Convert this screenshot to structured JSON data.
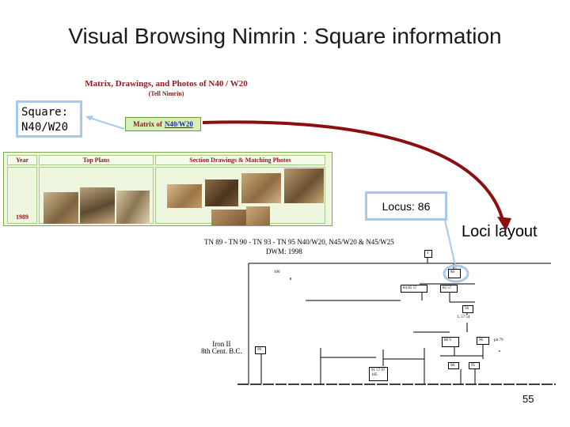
{
  "slide": {
    "title": "Visual Browsing Nimrin : Square information",
    "page_number": "55"
  },
  "webpage": {
    "heading": "Matrix, Drawings, and Photos of N40 / W20",
    "subheading": "(Tell Nimrin)",
    "matrix_link_prefix": "Matrix of",
    "matrix_link_text": "N40/W20",
    "table_headers": [
      "Year",
      "Top Plans",
      "Section Drawings & Matching Photos"
    ],
    "year_value": "1989"
  },
  "callouts": {
    "square_line1": "Square:",
    "square_line2": "N40/W20",
    "locus": "Locus: 86",
    "loci_layout": "Loci layout"
  },
  "diagram": {
    "title": "TN 89 - TN 90 - TN 93 - TN 95 N40/W20, N45/W20 & N45/W25",
    "subtitle": "DWM: 1998",
    "iron_line1": "Iron II",
    "iron_line2": "8th Cent. B.C.",
    "nodes": [
      "1",
      "100",
      "86",
      "84 85 57",
      "82 57",
      "56",
      "L 57 54",
      "88 9",
      "96",
      "pit 79",
      "99",
      "91 57 97 105",
      "98",
      "95"
    ]
  },
  "colors": {
    "arrow_red": "#8b0f0f",
    "callout_border": "#a9c9ea",
    "web_heading": "#8b1a1a",
    "web_panel_bg": "#eef6e0"
  }
}
